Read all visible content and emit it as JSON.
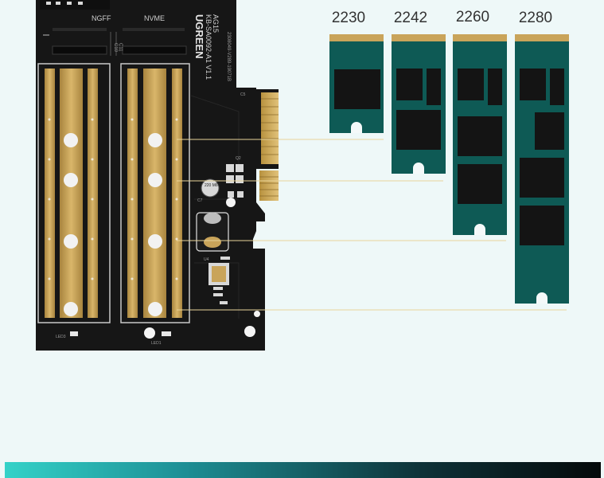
{
  "board": {
    "slot_label_left": "NGFF",
    "slot_label_right": "NVME",
    "brand": "UGREEN",
    "model": "KB-SA0092-A1 V1.1",
    "revision": "AG15",
    "serial": "2308049-V289-19071B",
    "capacitor_text": "220 M6V",
    "led_label_1": "LED3",
    "led_label_2": "LED1",
    "ref_c11": "C11",
    "ref_c10": "C10",
    "ref_q2": "Q2",
    "ref_u4": "U4",
    "ref_c5": "C5",
    "ref_c7": "C7"
  },
  "ssd_sizes": [
    {
      "label": "2230",
      "length_mm": 30
    },
    {
      "label": "2242",
      "length_mm": 42
    },
    {
      "label": "2260",
      "length_mm": 60
    },
    {
      "label": "2280",
      "length_mm": 80
    }
  ],
  "colors": {
    "background": "#eef8f8",
    "pcb": "#141414",
    "gold": "#c9a45a",
    "ssd_green": "#0e5a55",
    "chip": "#141414",
    "guide_line": "#e8d49a"
  }
}
